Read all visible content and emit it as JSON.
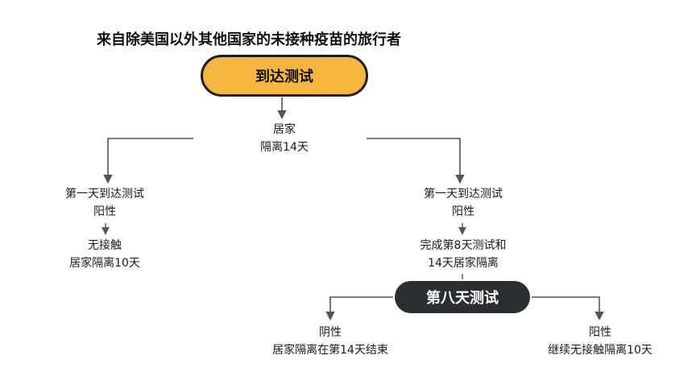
{
  "heading": "来自除美国以外其他国家的未接种疫苗的旅行者",
  "nodes": {
    "arrival_test": "到达测试",
    "home_quarantine_14": {
      "line1": "居家",
      "line2": "隔离14天"
    },
    "left_branch": {
      "positive": {
        "line1": "第一天到达测试",
        "line2": "阳性"
      },
      "result": {
        "line1": "无接触",
        "line2": "居家隔离10天"
      }
    },
    "right_branch": {
      "positive": {
        "line1": "第一天到达测试",
        "line2": "阳性"
      },
      "followup": {
        "line1": "完成第8天测试和",
        "line2": "14天居家隔离"
      }
    },
    "day8_test": "第八天测试",
    "outcome_left": {
      "line1": "阴性",
      "line2": "居家隔离在第14天结束"
    },
    "outcome_right": {
      "line1": "阳性",
      "line2": "继续无接触隔离10天"
    }
  },
  "colors": {
    "arrival_fill": "#f4b63f",
    "day8_fill": "#2b2f33",
    "connector": "#555555"
  }
}
